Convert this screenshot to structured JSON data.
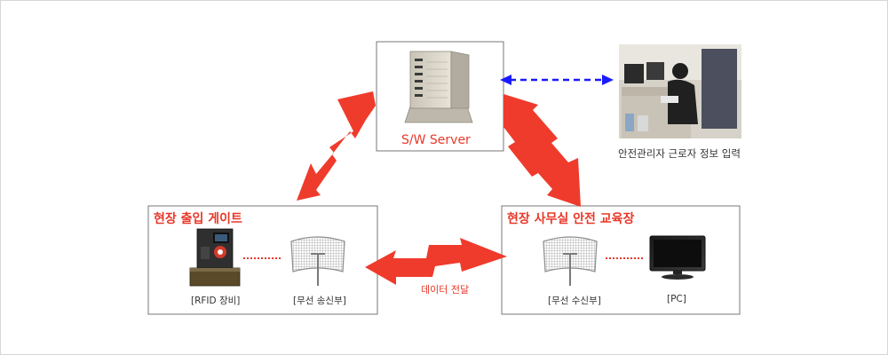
{
  "server": {
    "label": "S/W Server"
  },
  "admin": {
    "caption": "안전관리자 근로자 정보 입력"
  },
  "gate": {
    "title": "현장 출입 게이트",
    "rfid_label": "[RFID 장비]",
    "tx_label": "[무선 송신부]"
  },
  "office": {
    "title": "현장 사무실 안전 교육장",
    "rx_label": "[무선 수신부]",
    "pc_label": "[PC]"
  },
  "link": {
    "data_transfer": "데이터 전달"
  },
  "colors": {
    "accent_red": "#ef3b2c",
    "link_blue": "#1a1aff",
    "border": "#666666"
  }
}
